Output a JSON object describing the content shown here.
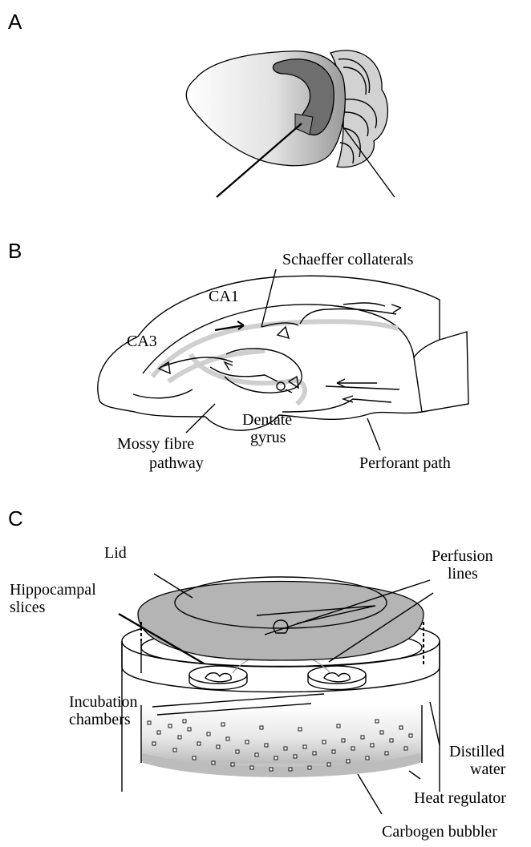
{
  "panels": {
    "a": {
      "letter": "A"
    },
    "b": {
      "letter": "B",
      "schaeffer": "Schaeffer collaterals",
      "ca1": "CA1",
      "ca3": "CA3",
      "dentate_1": "Dentate",
      "dentate_2": "gyrus",
      "mossy_1": "Mossy fibre",
      "mossy_2": "pathway",
      "perforant": "Perforant path"
    },
    "c": {
      "letter": "C",
      "lid": "Lid",
      "perfusion_1": "Perfusion",
      "perfusion_2": "lines",
      "hippo_1": "Hippocampal",
      "hippo_2": "slices",
      "incub_1": "Incubation",
      "incub_2": "chambers",
      "distilled_1": "Distilled",
      "distilled_2": "water",
      "heat": "Heat regulator",
      "carbogen": "Carbogen bubbler"
    }
  },
  "colors": {
    "hippocampus": "#6e6e6e",
    "cerebellum": "#d2d2d2",
    "lid": "#b4b4b4",
    "water_band": "#c8c8c8",
    "stroke": "#000000"
  }
}
